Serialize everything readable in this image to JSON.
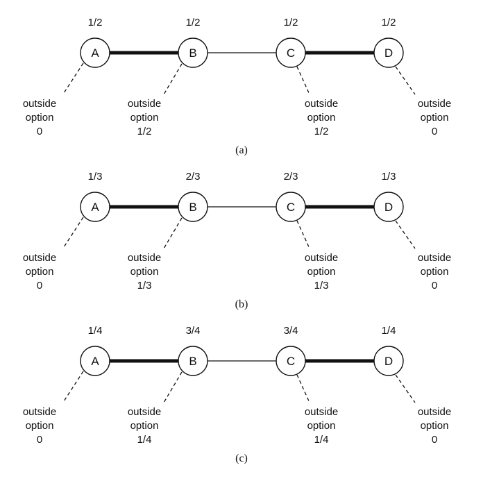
{
  "colors": {
    "ink": "#111111",
    "background": "#ffffff"
  },
  "nodes": [
    "A",
    "B",
    "C",
    "D"
  ],
  "outside_label_line1": "outside",
  "outside_label_line2": "option",
  "panels": [
    {
      "caption": "(a)",
      "values": [
        "1/2",
        "1/2",
        "1/2",
        "1/2"
      ],
      "outside_values": [
        "0",
        "1/2",
        "1/2",
        "0"
      ]
    },
    {
      "caption": "(b)",
      "values": [
        "1/3",
        "2/3",
        "2/3",
        "1/3"
      ],
      "outside_values": [
        "0",
        "1/3",
        "1/3",
        "0"
      ]
    },
    {
      "caption": "(c)",
      "values": [
        "1/4",
        "3/4",
        "3/4",
        "1/4"
      ],
      "outside_values": [
        "0",
        "1/4",
        "1/4",
        "0"
      ]
    }
  ],
  "edges": [
    {
      "from": "A",
      "to": "B",
      "style": "thick"
    },
    {
      "from": "B",
      "to": "C",
      "style": "thin"
    },
    {
      "from": "C",
      "to": "D",
      "style": "thick"
    }
  ]
}
